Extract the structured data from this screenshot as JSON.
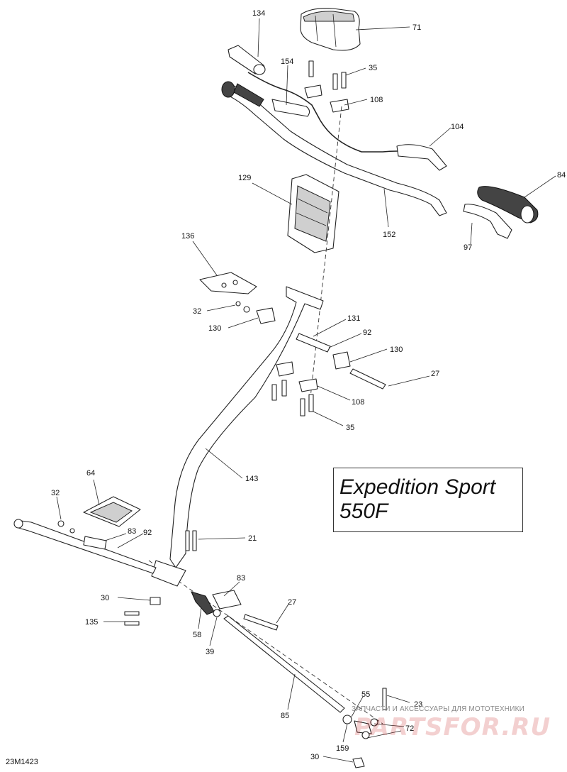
{
  "model_box": {
    "line1": "Expedition Sport",
    "line2": "550F"
  },
  "diagram_code": "23M1423",
  "watermark": {
    "tagline": "ЗАПЧАСТИ И АКСЕССУАРЫ ДЛЯ МОТОТЕХНИКИ",
    "logo_text": "PARTSFOR.RU"
  },
  "callouts": {
    "c134": "134",
    "c71": "71",
    "c154": "154",
    "c35a": "35",
    "c108a": "108",
    "c104": "104",
    "c129": "129",
    "c84": "84",
    "c152": "152",
    "c97": "97",
    "c136": "136",
    "c32a": "32",
    "c130a": "130",
    "c131": "131",
    "c92a": "92",
    "c130b": "130",
    "c27a": "27",
    "c108b": "108",
    "c35b": "35",
    "c143": "143",
    "c64": "64",
    "c32b": "32",
    "c83a": "83",
    "c92b": "92",
    "c21": "21",
    "c83b": "83",
    "c30a": "30",
    "c27b": "27",
    "c135": "135",
    "c58": "58",
    "c39": "39",
    "c55": "55",
    "c23": "23",
    "c85": "85",
    "c72": "72",
    "c159": "159",
    "c30b": "30"
  }
}
